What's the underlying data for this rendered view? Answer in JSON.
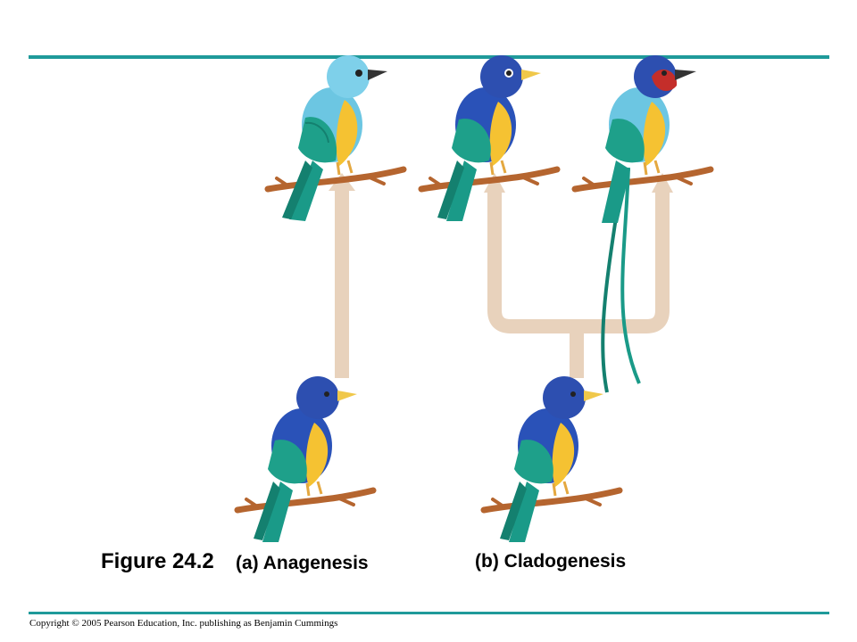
{
  "figure": {
    "title": "Figure 24.2",
    "panel_a_label": "(a) Anagenesis",
    "panel_b_label": "(b) Cladogenesis"
  },
  "footer": {
    "copyright": "Copyright © 2005 Pearson Education, Inc. publishing as Benjamin Cummings"
  },
  "colors": {
    "rule": "#1f9a9a",
    "arrow": "#e8d2bc",
    "branch": "#b5652f",
    "blue_bird": "#2a52b8",
    "light_bird": "#6cc6e2",
    "breast": "#f5c232",
    "wing": "#1ea08a",
    "red_face": "#c42e2a"
  }
}
